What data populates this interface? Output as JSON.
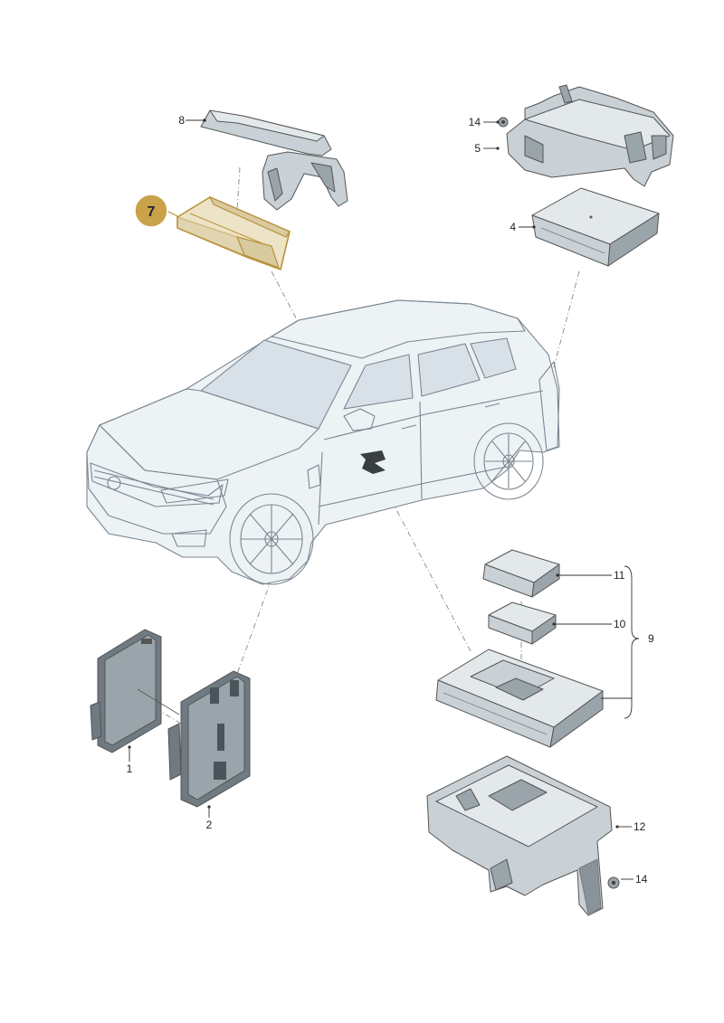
{
  "callouts": {
    "p1": "1",
    "p2": "2",
    "p4": "4",
    "p5": "5",
    "p7": "7",
    "p8": "8",
    "p9": "9",
    "p10": "10",
    "p11": "11",
    "p12": "12",
    "p14_top": "14",
    "p14_bottom": "14"
  },
  "colors": {
    "highlight": "#c9a24a",
    "part_fill": "#c9d1d6",
    "car_outline": "#7a8690"
  },
  "highlighted_part": "7"
}
